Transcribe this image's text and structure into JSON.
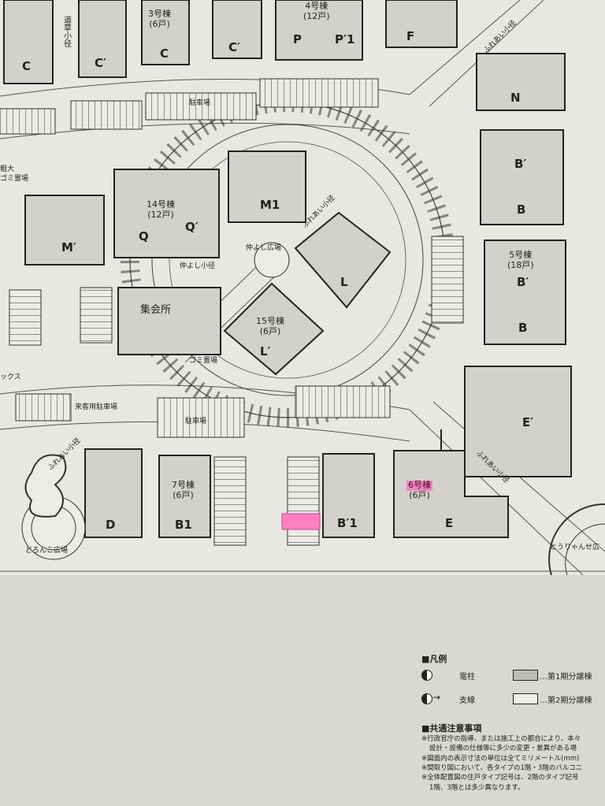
{
  "map": {
    "paper_color": "#e8e7e1",
    "building_fill": "#d2d1cb",
    "highlight_color": "#ff7fc0",
    "labels": {
      "b3": "3号棟",
      "b3_units": "(6戸)",
      "b4": "4号棟",
      "b4_units": "(12戸)",
      "b14": "14号棟",
      "b14_units": "(12戸)",
      "b15": "15号棟",
      "b15_units": "(6戸)",
      "b5": "5号棟",
      "b5_units": "(18戸)",
      "b7": "7号棟",
      "b7_units": "(6戸)",
      "b6": "6号棟",
      "b6_units": "(6戸)",
      "michikusa": "道草小径",
      "soday": "粗大",
      "gomi_sodai": "ゴミ置場",
      "parking_top": "駐車場",
      "parking_bottom": "駐車場",
      "guest_parking": "来客用駐車場",
      "nakayoshi_plaza": "仲よし広場",
      "nakayoshi_path": "仲よし小径",
      "hall": "集会所",
      "gomi": "ゴミ置場",
      "box": "ックス",
      "fureai_1": "ふれあい小径",
      "fureai_2": "ふれあい小径",
      "fureai_3": "ふれあい小径",
      "fureai_4": "ふれあい小径",
      "dorodonko": "どろんこ広場",
      "toryansen": "とうりゃんせ広",
      "t_C1": "C",
      "t_C2": "C′",
      "t_C3": "C",
      "t_C4": "C′",
      "t_P": "P",
      "t_P1": "P′1",
      "t_F": "F",
      "t_N": "N",
      "t_B1": "B′",
      "t_B2": "B",
      "t_B3": "B′",
      "t_B4": "B",
      "t_M1": "M′",
      "t_Q": "Q",
      "t_Q1": "Q′",
      "t_M2": "M1",
      "t_L": "L",
      "t_L1": "L′",
      "t_E1": "E′",
      "t_D": "D",
      "t_B5": "B1",
      "t_B6": "B′1",
      "t_E": "E"
    }
  },
  "legend": {
    "title": "■凡例",
    "pole": "電柱",
    "branch": "支線",
    "phase1": "…第1期分譲棟",
    "phase2": "…第2期分譲棟",
    "notes_title": "■共通注意事項",
    "notes": [
      "※行政官庁の指導、または施工上の都合により、本々",
      "設計・設備の仕様等に多少の変更・差異がある場",
      "※図面内の表示寸法の単位は全てミリメートル(mm)",
      "※間取り図において、各タイプの1階・3階のバルコニ",
      "※全体配置図の住戸タイプ記号は、2階のタイプ記号",
      "1階、3階とは多少異なります。"
    ]
  }
}
